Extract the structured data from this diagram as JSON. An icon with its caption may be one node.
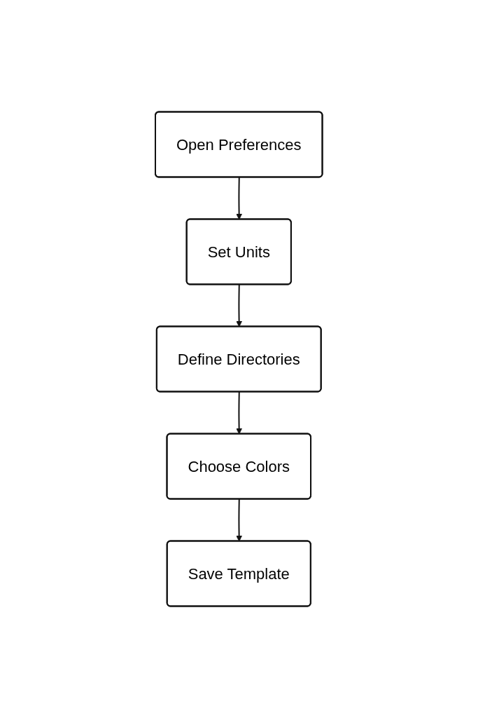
{
  "diagram": {
    "nodes": [
      {
        "text": [
          "Open Preferences"
        ]
      },
      {
        "text": [
          "Set Units"
        ]
      },
      {
        "text": [
          "Define Directories"
        ]
      },
      {
        "text": [
          "Choose Colors"
        ]
      },
      {
        "text": [
          "Save Template"
        ]
      }
    ],
    "edges": [
      {
        "from": 0,
        "to": 1,
        "arrow": "to"
      },
      {
        "from": 1,
        "to": 2,
        "arrow": "to"
      },
      {
        "from": 2,
        "to": 3,
        "arrow": "to"
      },
      {
        "from": 3,
        "to": 4,
        "arrow": "to"
      }
    ]
  }
}
